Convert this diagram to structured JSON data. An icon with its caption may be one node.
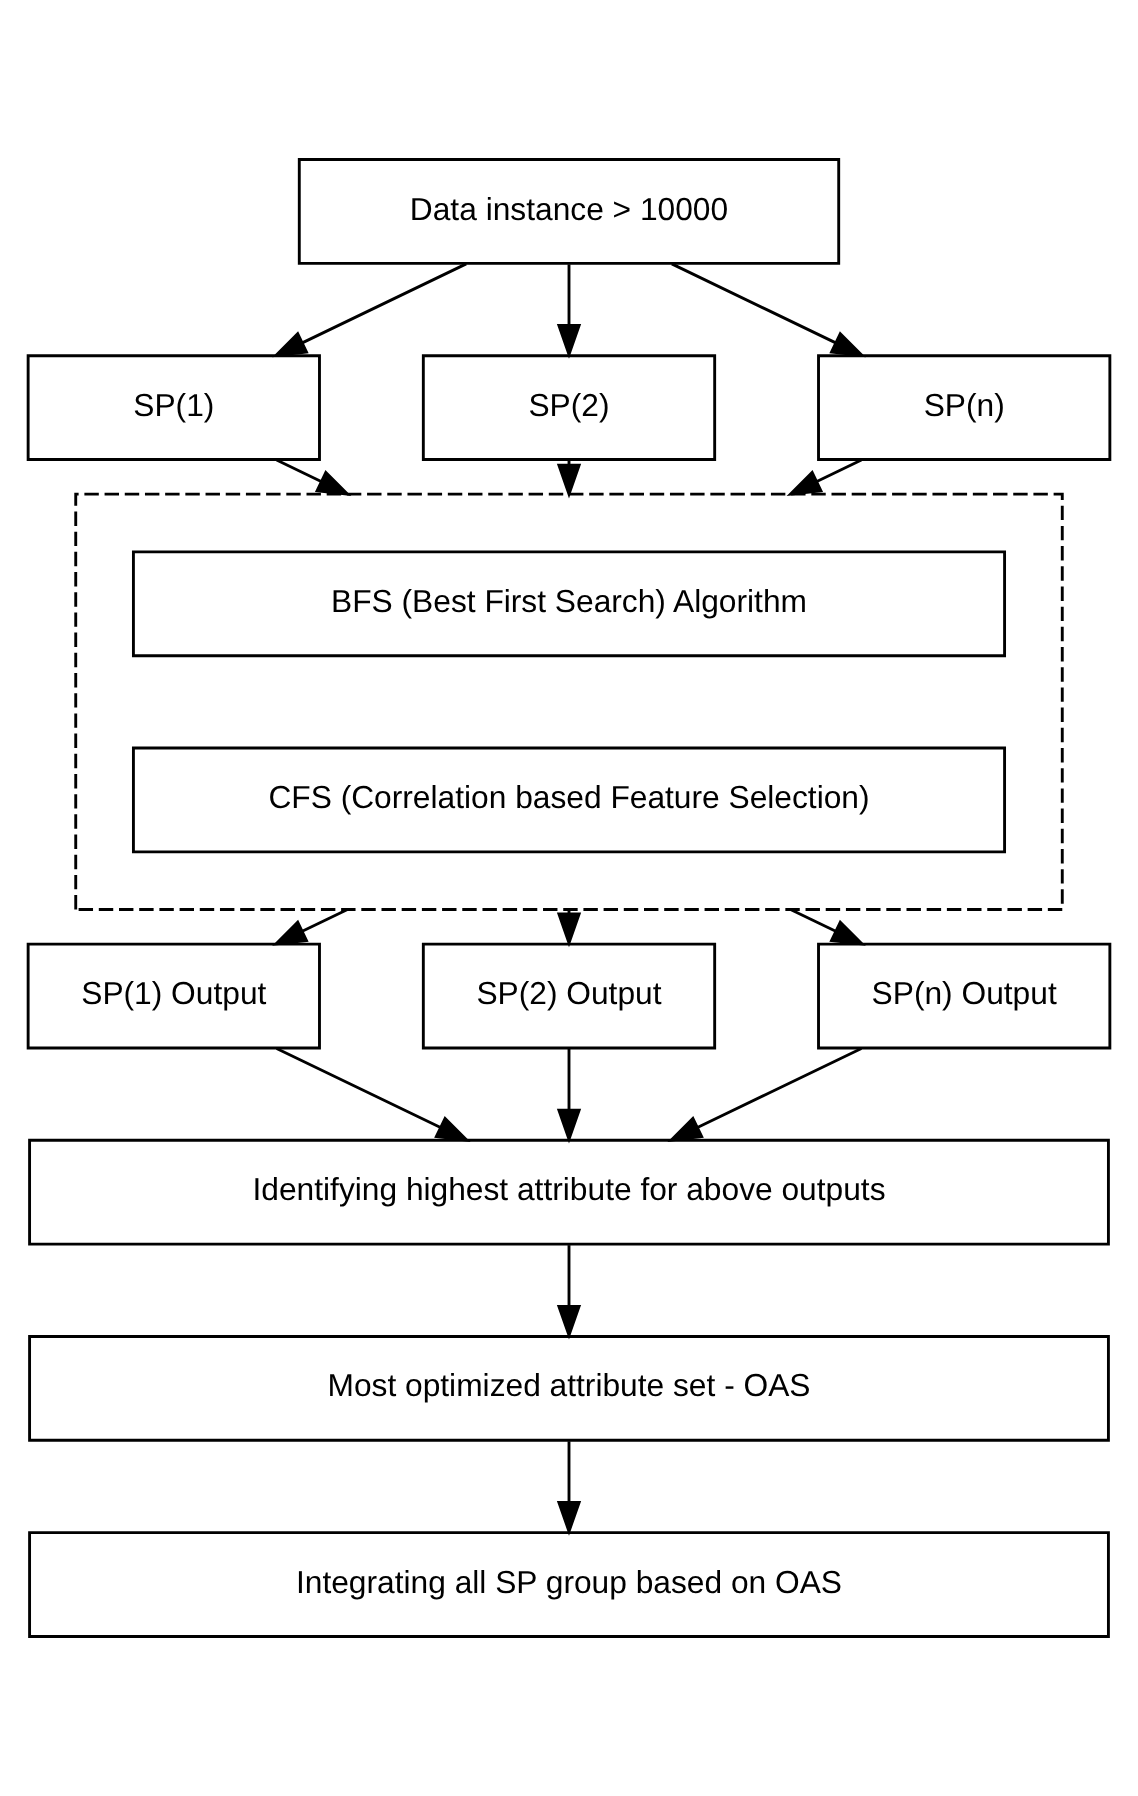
{
  "diagram": {
    "nodes": [
      {
        "text": [
          "Data instance > 10000"
        ]
      },
      {
        "text": [
          "SP(1)"
        ]
      },
      {
        "text": [
          "SP(2)"
        ]
      },
      {
        "text": [
          "SP(n)"
        ]
      },
      {
        "text": [],
        "shape": "box"
      },
      {
        "text": [
          "BFS (Best First Search) Algorithm"
        ],
        "in": 4
      },
      {
        "text": [
          "CFS (Correlation based Feature Selection)"
        ],
        "in": 4
      },
      {
        "text": [
          "SP(1) Output"
        ]
      },
      {
        "text": [
          "SP(2) Output"
        ]
      },
      {
        "text": [
          "SP(n) Output"
        ]
      },
      {
        "text": [
          "Identifying highest attribute for above outputs"
        ]
      },
      {
        "text": [
          "Most optimized attribute set - OAS"
        ]
      },
      {
        "text": [
          "Integrating all SP group based on OAS"
        ]
      }
    ],
    "edges": [
      {
        "from": 0,
        "to": 1,
        "arrow": "to"
      },
      {
        "from": 0,
        "to": 2,
        "arrow": "to"
      },
      {
        "from": 0,
        "to": 3,
        "arrow": "to"
      },
      {
        "from": 1,
        "to": 4,
        "arrow": "to"
      },
      {
        "from": 2,
        "to": 4,
        "arrow": "to"
      },
      {
        "from": 3,
        "to": 4,
        "arrow": "to"
      },
      {
        "from": 4,
        "to": 7,
        "arrow": "to"
      },
      {
        "from": 4,
        "to": 8,
        "arrow": "to"
      },
      {
        "from": 4,
        "to": 9,
        "arrow": "to"
      },
      {
        "from": 7,
        "to": 10,
        "arrow": "to"
      },
      {
        "from": 8,
        "to": 10,
        "arrow": "to"
      },
      {
        "from": 9,
        "to": 10,
        "arrow": "to"
      },
      {
        "from": 10,
        "to": 11,
        "arrow": "to"
      },
      {
        "from": 11,
        "to": 12,
        "arrow": "to"
      }
    ]
  }
}
